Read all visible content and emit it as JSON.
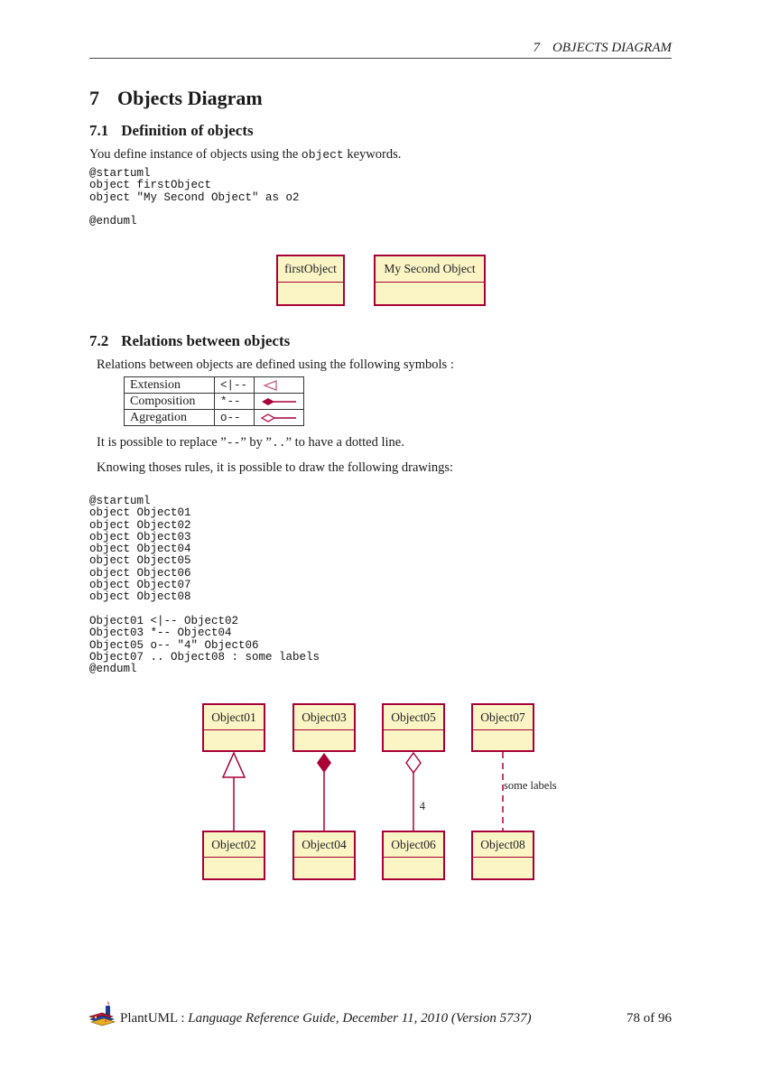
{
  "colors": {
    "uml_fill": "#FBF5C6",
    "uml_border": "#A80036",
    "text": "#1A1A1A",
    "page_bg": "#FFFFFF"
  },
  "header": {
    "section_number": "7",
    "section_label": "OBJECTS DIAGRAM"
  },
  "section7": {
    "number": "7",
    "title": "Objects Diagram"
  },
  "section71": {
    "number": "7.1",
    "title": "Definition of objects",
    "intro_pre": "You define instance of objects using the ",
    "intro_code": "object",
    "intro_post": " keywords.",
    "code_lines": [
      "@startuml",
      "object firstObject",
      "object \"My Second Object\" as o2",
      "",
      "@enduml"
    ],
    "diagram_objects": [
      {
        "name": "firstObject"
      },
      {
        "name": "My Second Object"
      }
    ]
  },
  "section72": {
    "number": "7.2",
    "title": "Relations between objects",
    "intro": "Relations between objects are defined using the following symbols :",
    "table_rows": [
      {
        "label": "Extension",
        "code": "<|--",
        "symbol": "extension-triangle-icon"
      },
      {
        "label": "Composition",
        "code": "*--",
        "symbol": "composition-filled-diamond-icon"
      },
      {
        "label": "Agregation",
        "code": "o--",
        "symbol": "aggregation-open-diamond-icon"
      }
    ],
    "replace_pre": "It is possible to replace ”",
    "replace_code1": "--",
    "replace_mid": "” by ”",
    "replace_code2": "..",
    "replace_post": "” to have a dotted line.",
    "knowing": "Knowing thoses rules, it is possible to draw the following drawings:",
    "code_lines": [
      "@startuml",
      "object Object01",
      "object Object02",
      "object Object03",
      "object Object04",
      "object Object05",
      "object Object06",
      "object Object07",
      "object Object08",
      "",
      "Object01 <|-- Object02",
      "Object03 *-- Object04",
      "Object05 o-- \"4\" Object06",
      "Object07 .. Object08 : some labels",
      "@enduml"
    ],
    "diagram_pairs": [
      {
        "top": "Object01",
        "bottom": "Object02",
        "relation": "extension",
        "label": ""
      },
      {
        "top": "Object03",
        "bottom": "Object04",
        "relation": "composition",
        "label": ""
      },
      {
        "top": "Object05",
        "bottom": "Object06",
        "relation": "aggregation",
        "label": "4"
      },
      {
        "top": "Object07",
        "bottom": "Object08",
        "relation": "dotted",
        "label": "some labels"
      }
    ]
  },
  "footer": {
    "brand": "PlantUML : ",
    "doc": "Language Reference Guide, December 11, 2010 (Version 5737)",
    "page": "78 of 96"
  }
}
